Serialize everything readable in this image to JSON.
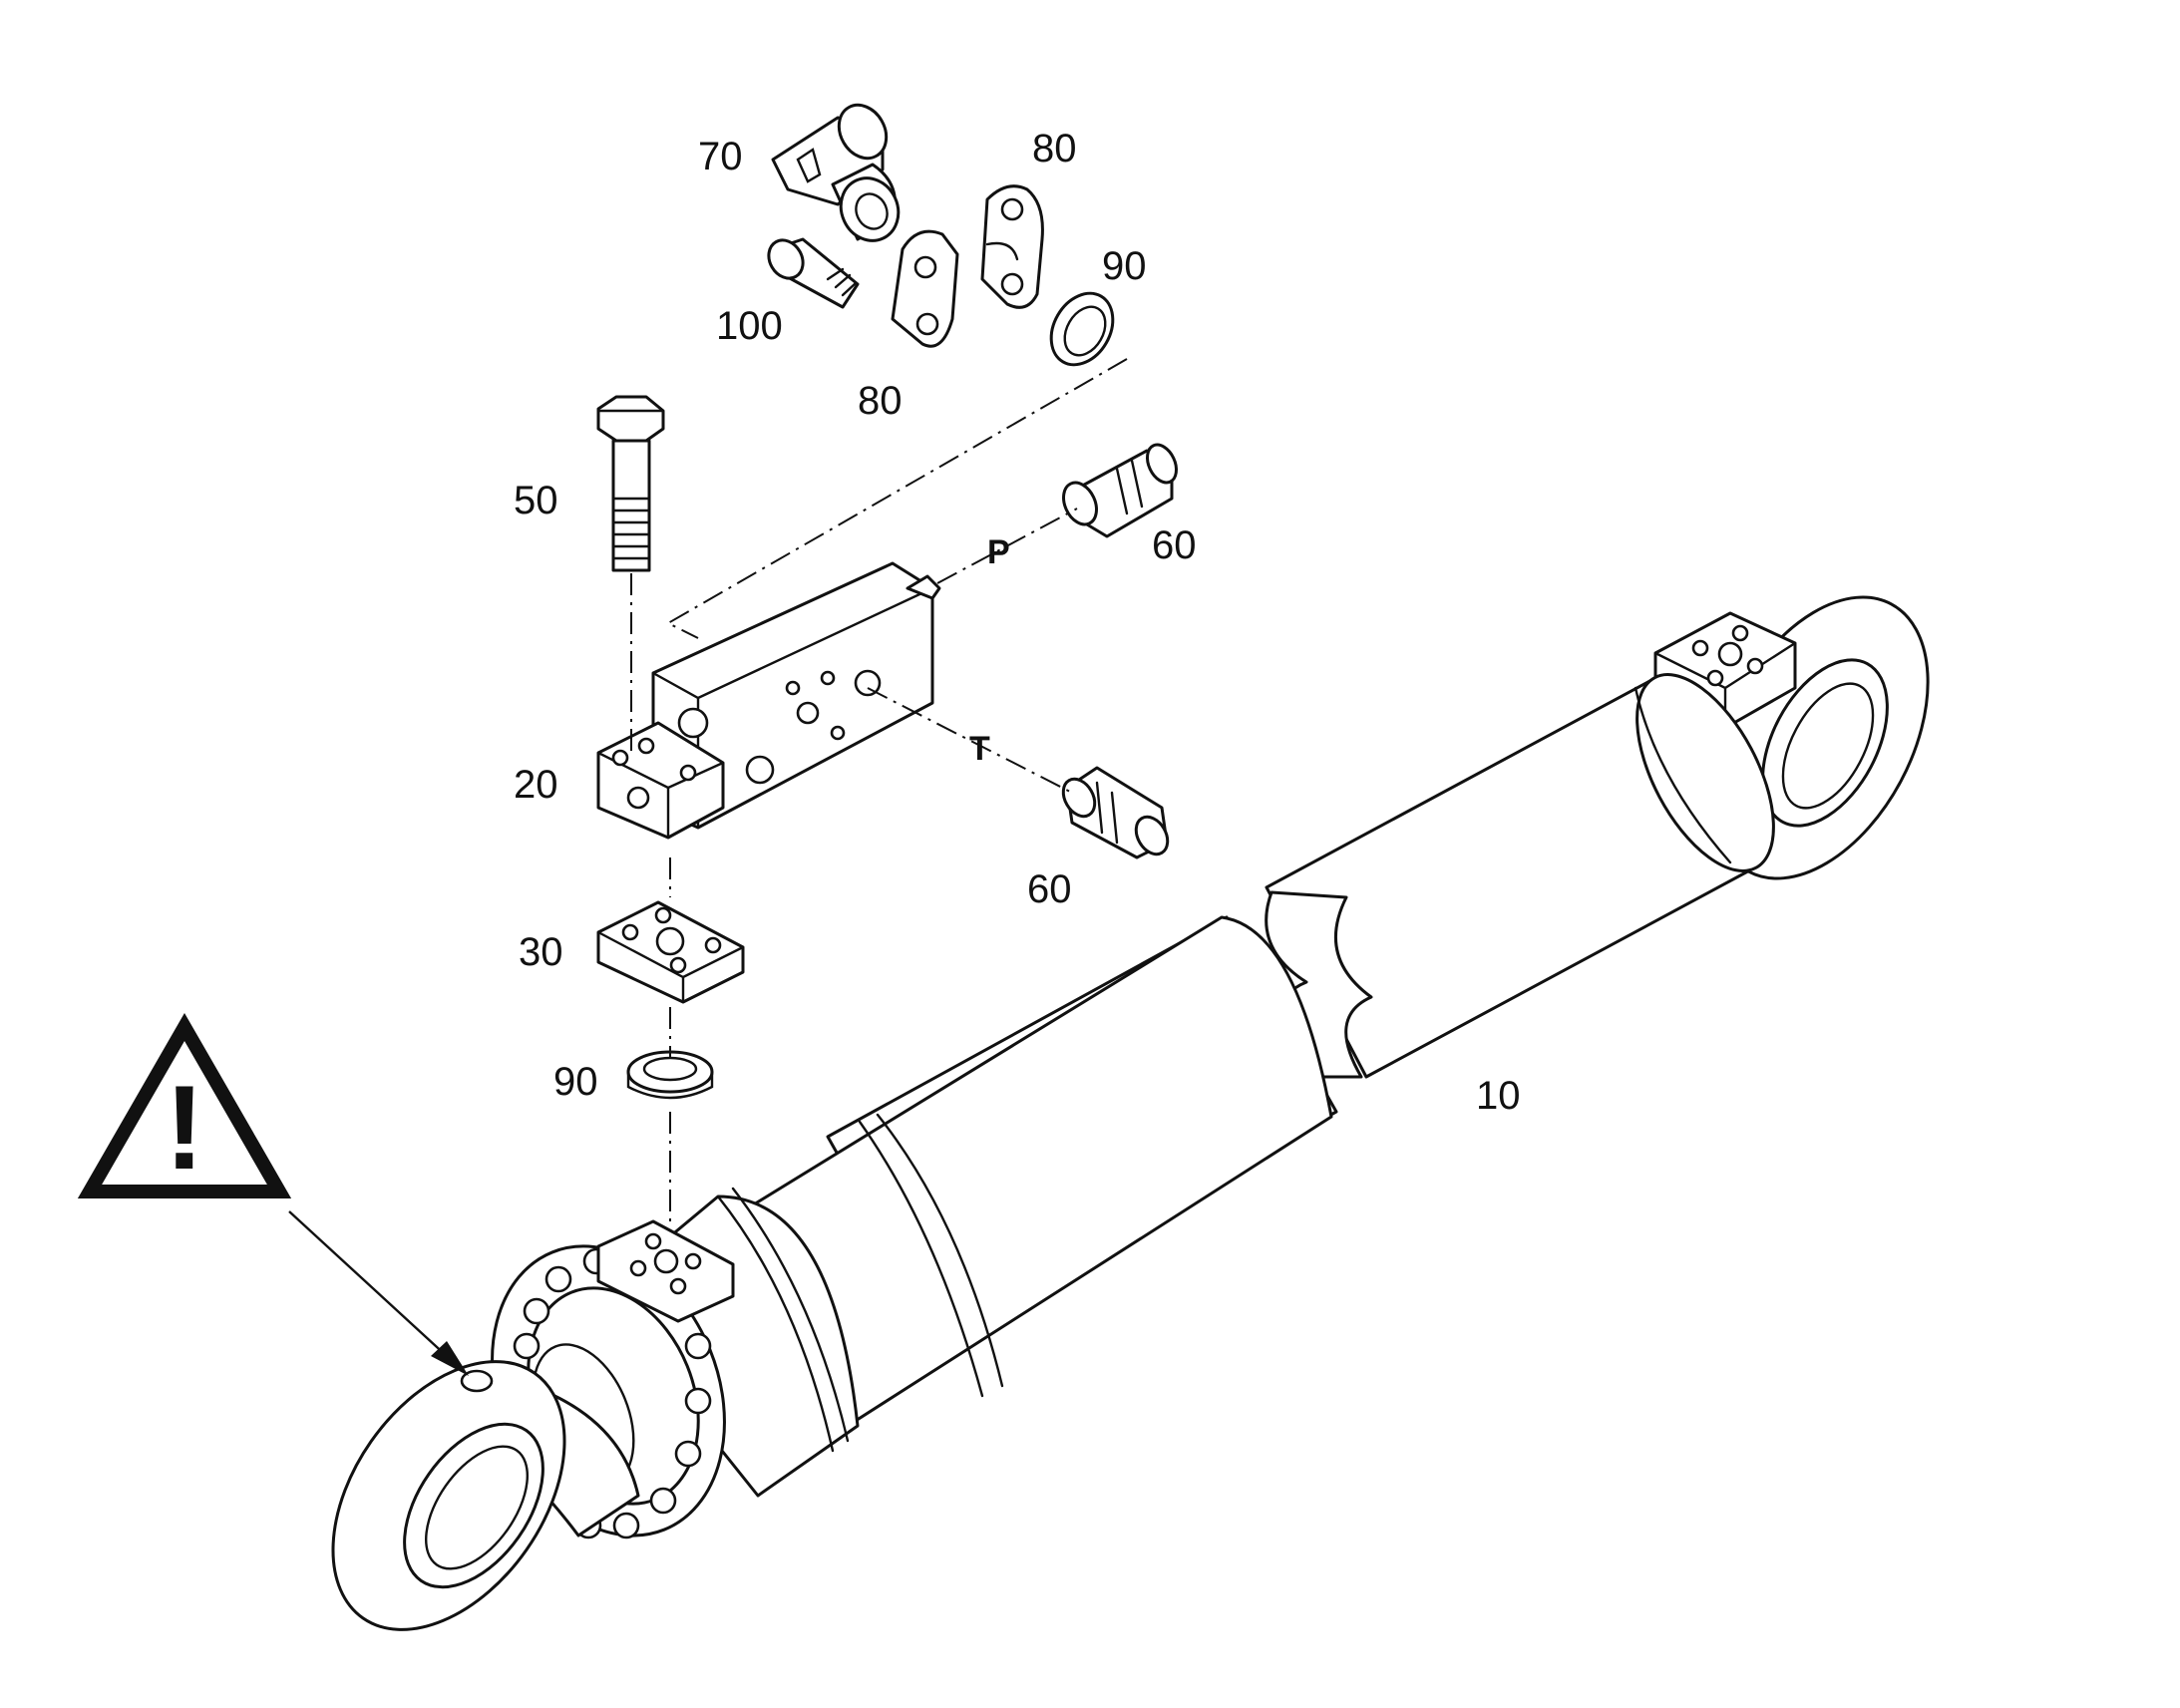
{
  "diagram": {
    "callouts": {
      "c70": "70",
      "c80_top": "80",
      "c90_top": "90",
      "c100": "100",
      "c80_bottom": "80",
      "c50": "50",
      "c60_top": "60",
      "c20": "20",
      "c60_bottom": "60",
      "c30": "30",
      "c90_bottom": "90",
      "c10": "10"
    },
    "ports": {
      "p": "P",
      "t": "T"
    },
    "warning": {
      "icon": "warning-triangle-icon",
      "glyph": "!"
    },
    "colors": {
      "line": "#111111",
      "background": "#ffffff"
    }
  }
}
